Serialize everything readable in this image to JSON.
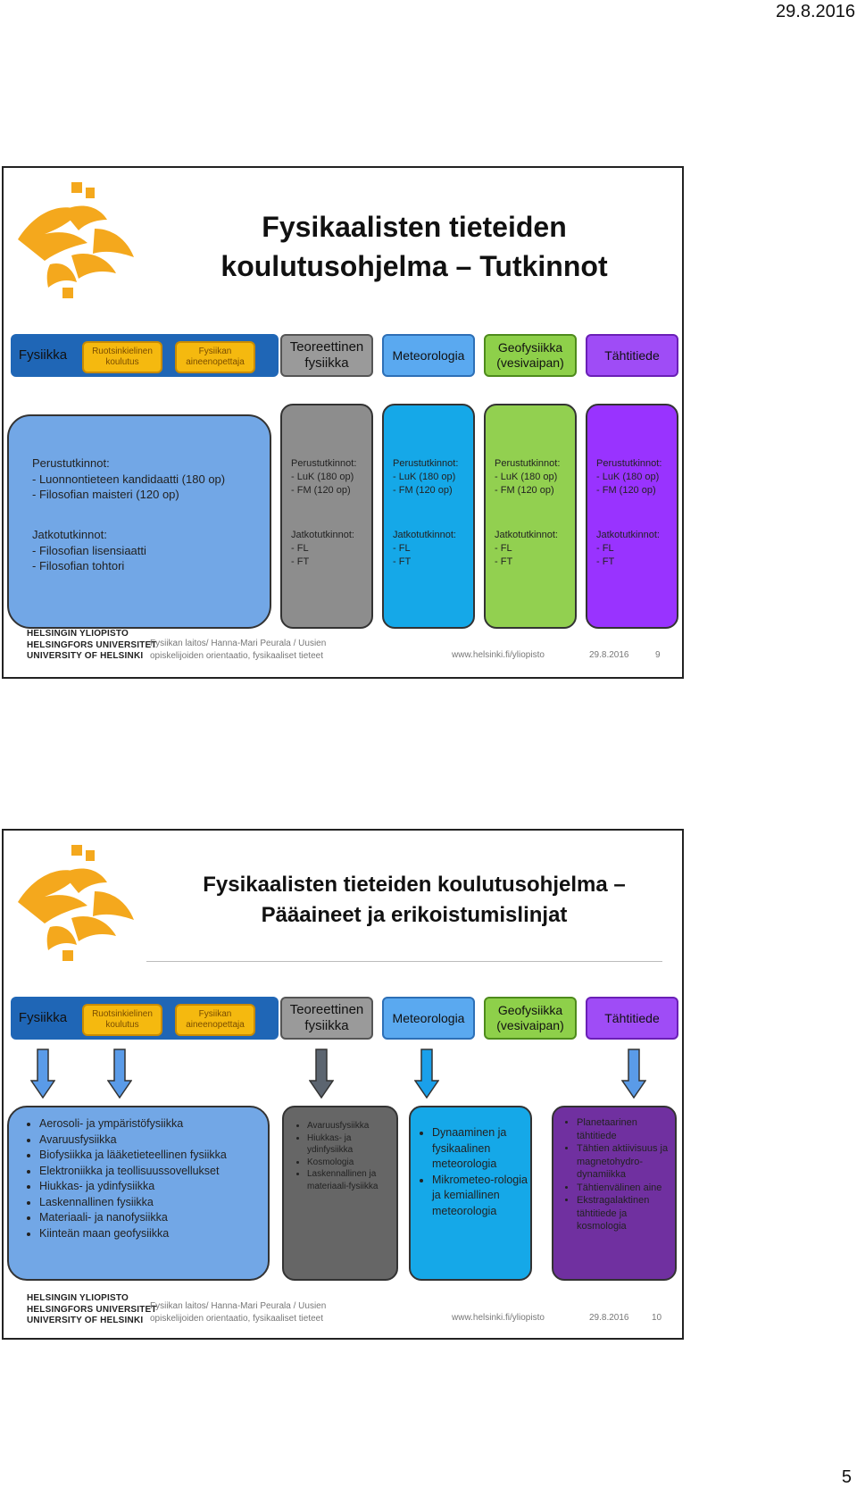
{
  "page": {
    "date": "29.8.2016",
    "number": "5"
  },
  "tabs": {
    "fysiikka": "Fysiikka",
    "ruotsinkielinen": "Ruotsinkielinen koulutus",
    "aineenopettaja": "Fysiikan aineenopettaja",
    "teoreettinen": "Teoreettinen fysiikka",
    "meteorologia": "Meteorologia",
    "geofysiikka": "Geofysiikka (vesivaipan)",
    "tahtitiede": "Tähtitiede"
  },
  "footer": {
    "uni_lines": [
      "HELSINGIN YLIOPISTO",
      "HELSINGFORS UNIVERSITET",
      "UNIVERSITY OF HELSINKI"
    ],
    "author_line1": "Fysiikan laitos/ Hanna-Mari Peurala / Uusien",
    "author_line2": "opiskelijoiden orientaatio, fysikaaliset tieteet",
    "url": "www.helsinki.fi/yliopisto",
    "date": "29.8.2016"
  },
  "slide1": {
    "title_line1": "Fysikaalisten tieteiden",
    "title_line2": "koulutusohjelma – Tutkinnot",
    "number": "9",
    "main_panel": {
      "perus_head": "Perustutkinnot:",
      "perus_items": [
        "- Luonnontieteen kandidaatti (180 op)",
        "- Filosofian maisteri (120 op)"
      ],
      "jatko_head": "Jatkotutkinnot:",
      "jatko_items": [
        "- Filosofian lisensiaatti",
        "- Filosofian tohtori"
      ]
    },
    "small_panel": {
      "perus_head": "Perustutkinnot:",
      "perus_items": [
        "- LuK (180 op)",
        "- FM (120 op)"
      ],
      "jatko_head": "Jatkotutkinnot:",
      "jatko_items": [
        "- FL",
        "- FT"
      ]
    }
  },
  "slide2": {
    "title_line1": "Fysikaalisten tieteiden koulutusohjelma –",
    "title_line2": "Pääaineet ja erikoistumislinjat",
    "number": "10",
    "fysiikka_items": [
      "Aerosoli- ja ympäristöfysiikka",
      "Avaruusfysiikka",
      "Biofysiikka ja lääketieteellinen fysiikka",
      "Elektroniikka ja teollisuussovellukset",
      "Hiukkas- ja ydinfysiikka",
      "Laskennallinen fysiikka",
      "Materiaali- ja nanofysiikka",
      "Kiinteän maan geofysiikka"
    ],
    "teoreettinen_items": [
      "Avaruusfysiikka",
      "Hiukkas- ja ydinfysiikka",
      "Kosmologia",
      "Laskennallinen ja materiaali-fysiikka"
    ],
    "meteorologia_items": [
      "Dynaaminen ja fysikaalinen meteorologia",
      "Mikrometeo-rologia ja kemiallinen meteorologia"
    ],
    "tahtitiede_items": [
      "Planetaarinen tähtitiede",
      "Tähtien aktiivisuus ja magnetohydro-dynamiikka",
      "Tähtienvälinen aine",
      "Ekstragalaktinen tähtitiede ja kosmologia"
    ]
  },
  "colors": {
    "tab_bar": "#1f66b6",
    "fysiikka_panel": "#72a7e6",
    "teoreettinen_panel": "#8d8d8d",
    "meteorologia_panel": "#15a8e8",
    "geofysiikka_panel": "#92d050",
    "tahtitiede_panel": "#9933ff",
    "logo_orange": "#f4a81d"
  }
}
